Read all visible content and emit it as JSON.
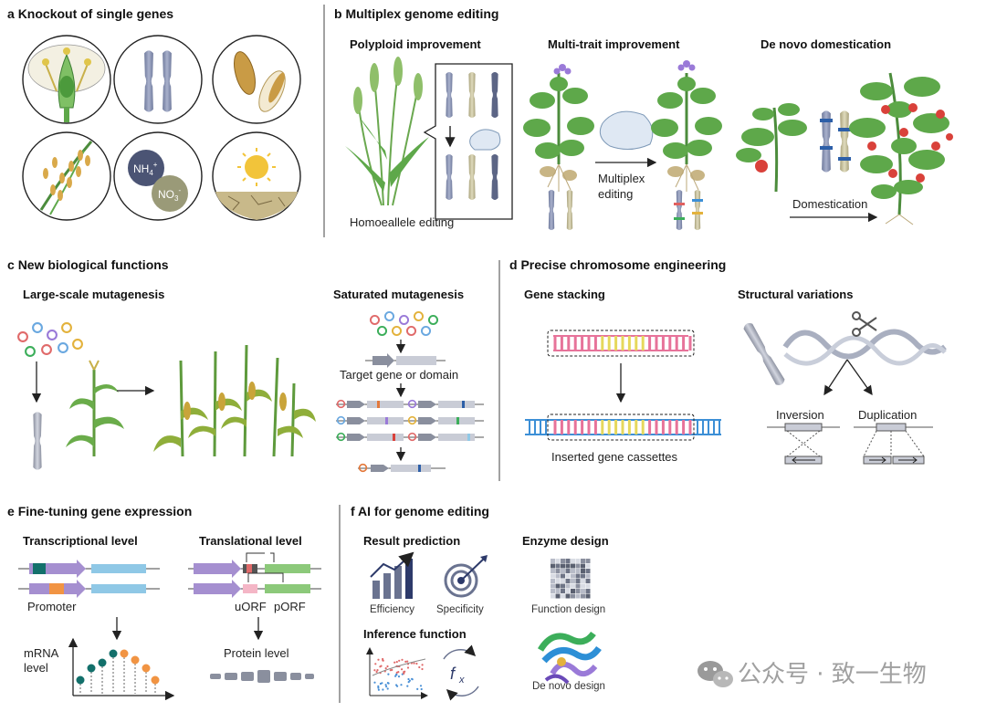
{
  "panels": {
    "a": {
      "letter": "a",
      "title": "Knockout of single genes",
      "ions": {
        "nh4": "NH",
        "nh4_sub": "4",
        "nh4_sup": "+",
        "no3": "NO",
        "no3_sub": "3",
        "no3_sup": "-"
      }
    },
    "b": {
      "letter": "b",
      "title": "Multiplex genome editing",
      "polyploid": "Polyploid improvement",
      "homoeallele": "Homoeallele editing",
      "multitrait": "Multi-trait improvement",
      "multiplex_1": "Multiplex",
      "multiplex_2": "editing",
      "denovo": "De novo domestication",
      "domestication": "Domestication"
    },
    "c": {
      "letter": "c",
      "title": "New biological functions",
      "large_scale": "Large-scale mutagenesis",
      "saturated": "Saturated mutagenesis",
      "target": "Target gene or domain"
    },
    "d": {
      "letter": "d",
      "title": "Precise chromosome engineering",
      "stacking": "Gene stacking",
      "structural": "Structural variations",
      "inserted": "Inserted gene cassettes",
      "inversion": "Inversion",
      "duplication": "Duplication"
    },
    "e": {
      "letter": "e",
      "title": "Fine-tuning gene expression",
      "transcriptional": "Transcriptional level",
      "translational": "Translational level",
      "promoter": "Promoter",
      "uorf": "uORF",
      "porf": "pORF",
      "mrna_1": "mRNA",
      "mrna_2": "level",
      "protein": "Protein level"
    },
    "f": {
      "letter": "f",
      "title": "AI for genome editing",
      "result": "Result prediction",
      "efficiency": "Efficiency",
      "specificity": "Specificity",
      "inference": "Inference function",
      "enzyme": "Enzyme design",
      "function_design": "Function design",
      "denovo_design": "De novo design"
    }
  },
  "watermark": {
    "text": "公众号 · 致一生物"
  },
  "colors": {
    "chrom_blue": "#8a94b4",
    "chrom_tan": "#cbc6a4",
    "leaf": "#5ea84a",
    "leaf_dark": "#3f7f35",
    "arrow_purple": "#9a8cc9",
    "gene_blue": "#8fc8e6",
    "gene_green": "#8cc97a",
    "pink": "#e7739a",
    "yellow": "#e6d85c",
    "teal": "#13706b",
    "orange": "#f19443"
  }
}
